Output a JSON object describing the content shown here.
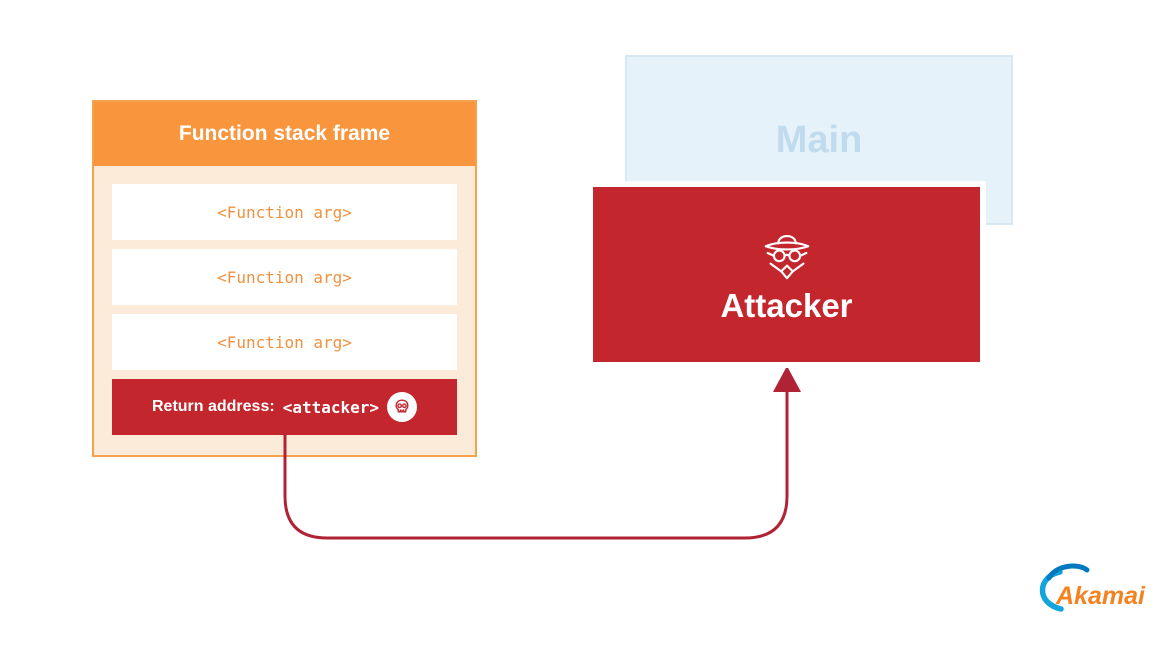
{
  "stack_frame": {
    "title": "Function stack frame",
    "args": [
      "<Function arg>",
      "<Function arg>",
      "<Function arg>"
    ],
    "return_row": {
      "label": "Return address:",
      "value": "<attacker>",
      "icon": "skull-icon"
    }
  },
  "main_box": {
    "label": "Main"
  },
  "attacker_box": {
    "label": "Attacker",
    "icon": "spy-icon"
  },
  "logo": {
    "text": "Akamai"
  },
  "colors": {
    "orange": "#f8953d",
    "orange_border": "#f5a24e",
    "cream": "#fcebd8",
    "arg_text": "#ef9140",
    "red": "#c3262d",
    "arrow_red": "#b02334",
    "main_bg": "#e6f2fa",
    "main_border": "#d5e8f3",
    "main_text": "#c0dbee",
    "akamai_orange": "#f58220",
    "akamai_blue": "#12a5dc",
    "akamai_blue_dark": "#0079c1"
  }
}
